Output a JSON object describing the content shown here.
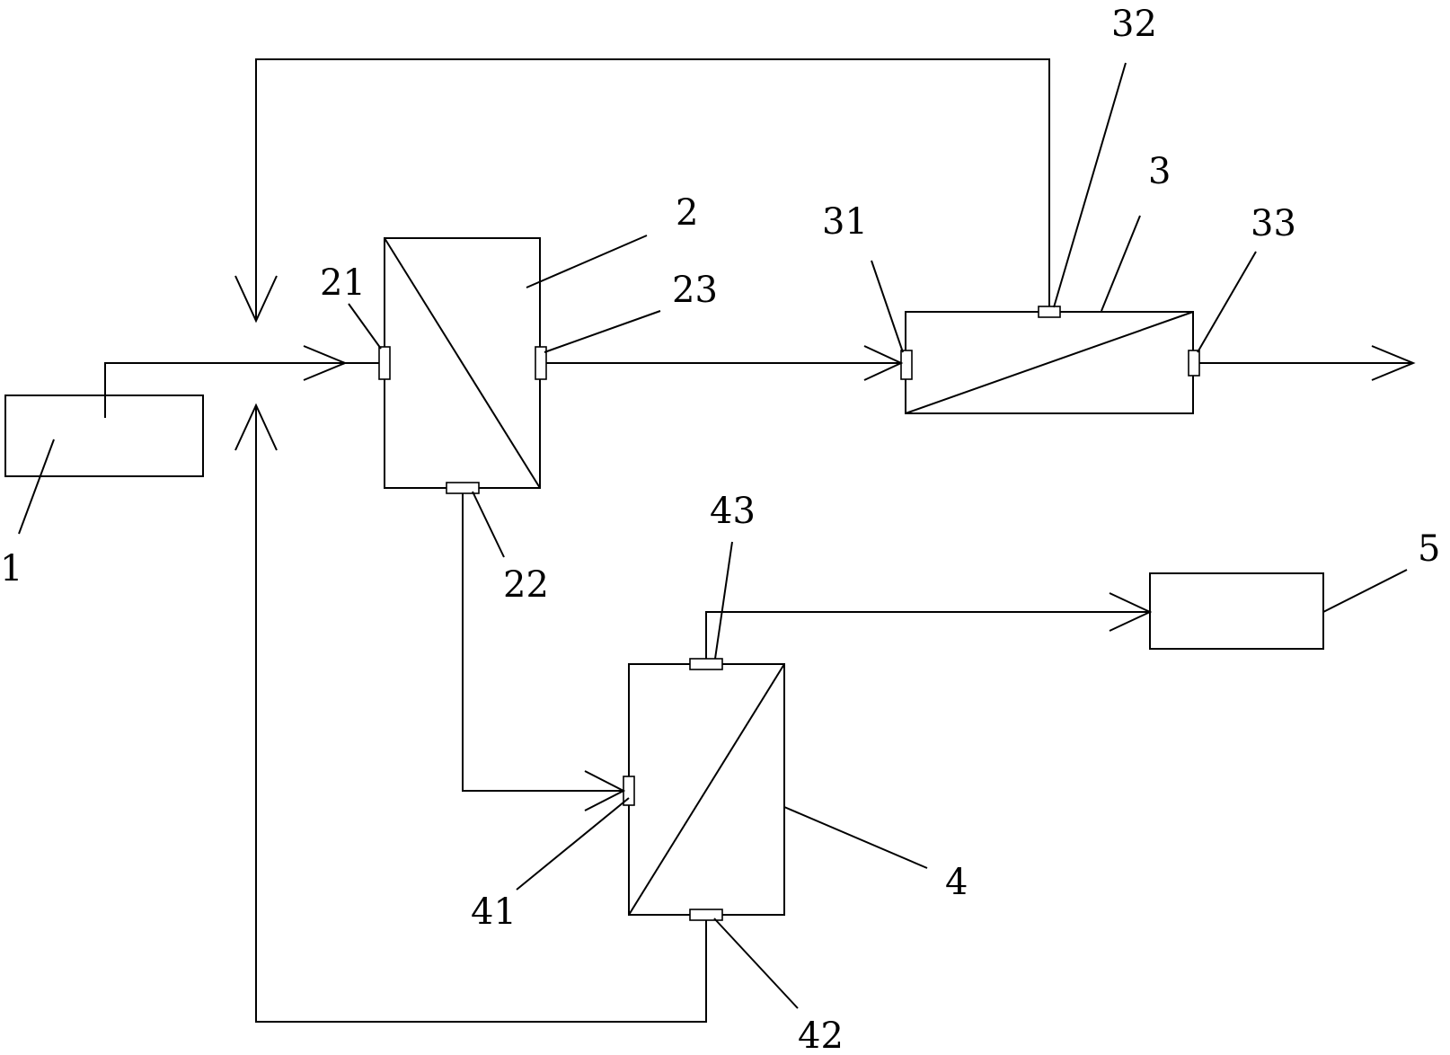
{
  "labels": {
    "n1": "1",
    "n2": "2",
    "n3": "3",
    "n4": "4",
    "n5": "5",
    "n21": "21",
    "n22": "22",
    "n23": "23",
    "n31": "31",
    "n32": "32",
    "n33": "33",
    "n41": "41",
    "n42": "42",
    "n43": "43"
  },
  "colors": {
    "line": "#000000",
    "background": "#ffffff"
  }
}
